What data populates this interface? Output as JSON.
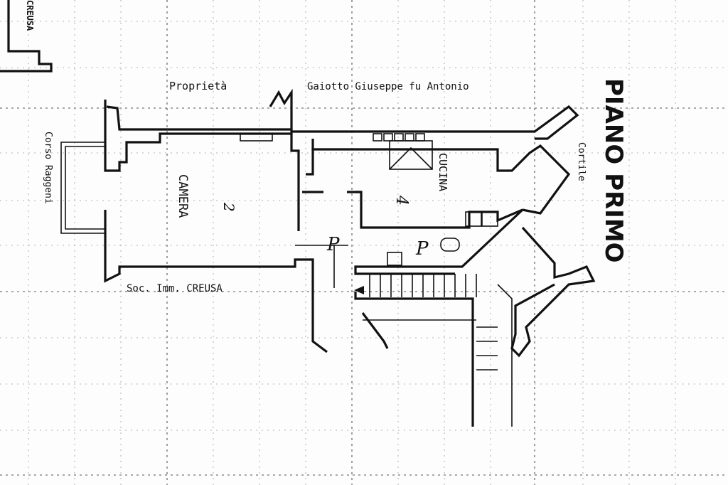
{
  "plan": {
    "title": "PIANO PRIMO",
    "labels": {
      "neighbour_top": "Proprietà",
      "neighbour_owner": "Gaiotto Giuseppe fu Antonio",
      "street_left": "Corso Raggeni",
      "neighbour_bottom": "Soc. Imm. CREUSA",
      "corner_top": "CREUSA",
      "courtyard": "Cortile",
      "room_camera": "CAMERA",
      "room_cucina": "CUCINA",
      "room_camera_number": "2",
      "room_cucina_number": "4",
      "mark_p1": "P",
      "mark_p2": "P"
    }
  }
}
